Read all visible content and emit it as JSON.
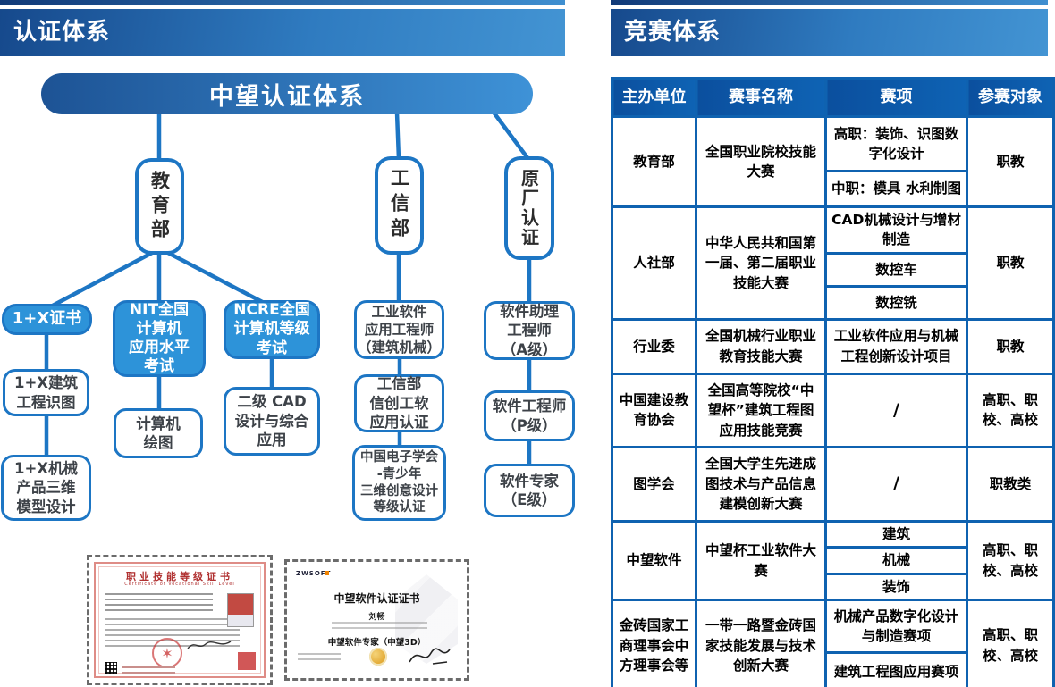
{
  "accent_colors": {
    "banner_dark": "#16498c",
    "banner_light": "#4394d3",
    "connector_blue": "#1d76c4",
    "node_fill_blue": "#2d93d9",
    "table_border_blue": "#0f62b0",
    "table_header_blue": "#0b4f9e",
    "seal_red": "#c0392b",
    "medal_gold": "#e8b749"
  },
  "left": {
    "top_title": "认证体系",
    "root_label": "中望认证体系",
    "branches": {
      "moe": "教育部",
      "miit": "工信部",
      "oem": "原厂认证"
    },
    "nodes": {
      "b1x": "1+X证书",
      "nit": "NIT全国\n计算机\n应用水平\n考试",
      "ncre": "NCRE全国\n计算机等级\n考试",
      "jz": "1+X建筑\n工程识图",
      "jx": "1+X机械\n产品三维\n模型设计",
      "jsj": "计算机\n绘图",
      "cad": "二级 CAD\n设计与综合\n应用",
      "gyrj": "工业软件\n应用工程师\n（建筑机械）",
      "xinchuang": "工信部\n信创工软\n应用认证",
      "dzxh": "中国电子学会\n-青少年\n三维创意设计\n等级认证",
      "lvl_a": "软件助理\n工程师\n（A级）",
      "lvl_p": "软件工程师\n（P级）",
      "lvl_e": "软件专家\n（E级）"
    }
  },
  "certs": {
    "left": {
      "title": "职业技能等级证书",
      "subtitle": "Certificate of Vocational Skill Level"
    },
    "right": {
      "logo": "ZWSOFT",
      "title": "中望软件认证证书",
      "name": "刘畅",
      "grade": "中望软件专家（中望3D）"
    }
  },
  "right": {
    "top_title": "竞赛体系",
    "table": {
      "columns": [
        "主办单位",
        "赛事名称",
        "赛项",
        "参赛对象"
      ],
      "rows": [
        {
          "org": "教育部",
          "event": "全国职业院校技能大赛",
          "items": [
            "高职：装饰、识图数字化设计",
            "中职：模具 水利制图"
          ],
          "target": "职教"
        },
        {
          "org": "人社部",
          "event": "中华人民共和国第一届、第二届职业技能大赛",
          "items": [
            "CAD机械设计与增材制造",
            "数控车",
            "数控铣"
          ],
          "target": "职教"
        },
        {
          "org": "行业委",
          "event": "全国机械行业职业教育技能大赛",
          "items": [
            "工业软件应用与机械工程创新设计项目"
          ],
          "target": "职教"
        },
        {
          "org": "中国建设教育协会",
          "event": "全国高等院校“中望杯”建筑工程图应用技能竞赛",
          "items": [
            "/"
          ],
          "target": "高职、职校、高校"
        },
        {
          "org": "图学会",
          "event": "全国大学生先进成图技术与产品信息建模创新大赛",
          "items": [
            "/"
          ],
          "target": "职教类"
        },
        {
          "org": "中望软件",
          "event": "中望杯工业软件大赛",
          "items": [
            "建筑",
            "机械",
            "装饰"
          ],
          "target": "高职、职校、高校"
        },
        {
          "org": "金砖国家工商理事会中方理事会等",
          "event": "一带一路暨金砖国家技能发展与技术创新大赛",
          "items": [
            "机械产品数字化设计与制造赛项",
            "建筑工程图应用赛项"
          ],
          "target": "高职、职校、高校"
        }
      ]
    }
  }
}
